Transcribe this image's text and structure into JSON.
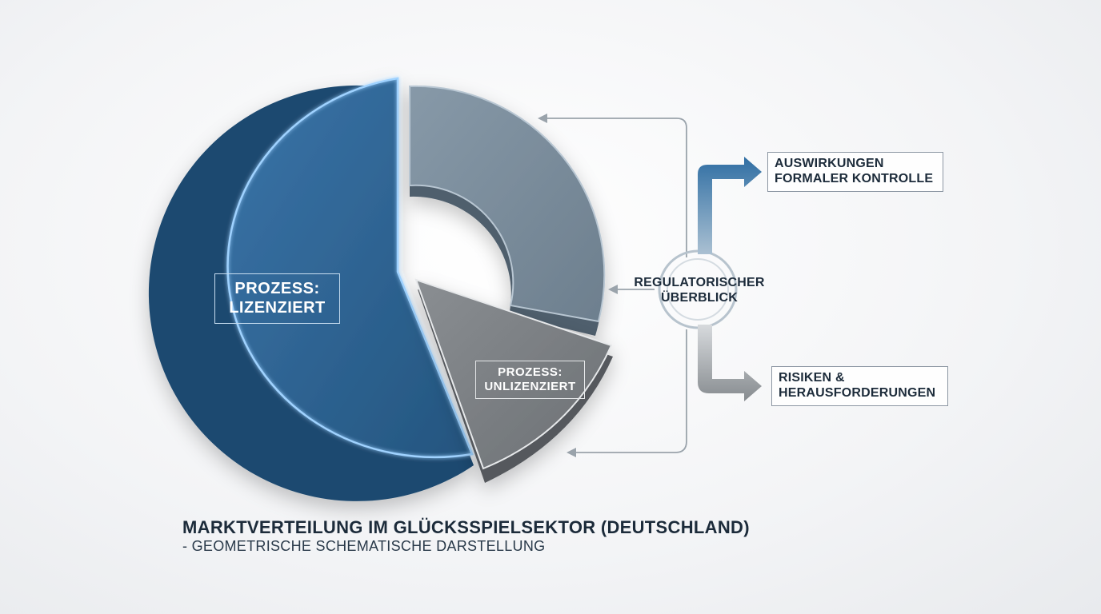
{
  "segments": {
    "licensed": {
      "line1": "PROZESS:",
      "line2": "LIZENZIERT"
    },
    "unlicensed": {
      "line1": "PROZESS:",
      "line2": "UNLIZENZIERT"
    }
  },
  "hub": {
    "line1": "REGULATORISCHER",
    "line2": "ÜBERBLICK"
  },
  "outputs": {
    "top": {
      "line1": "AUSWIRKUNGEN",
      "line2": "FORMALER KONTROLLE"
    },
    "bottom": {
      "line1": "RISIKEN &",
      "line2": "HERAUSFORDERUNGEN"
    }
  },
  "footer": {
    "title": "MARKTVERTEILUNG IM GLÜCKSSPIELSEKTOR (DEUTSCHLAND)",
    "subtitle": "- GEOMETRISCHE SCHEMATISCHE DARSTELLUNG"
  },
  "colors": {
    "licensed": "#2f6496",
    "upper_segment": "#7e909f",
    "unlicensed": "#7b7f83",
    "accent_arrow": "#3a79ad",
    "grey_arrow": "#8e9396"
  }
}
